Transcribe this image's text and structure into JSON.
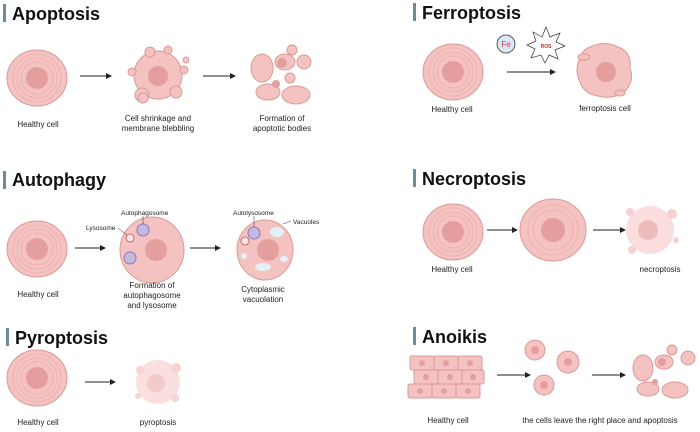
{
  "sections": {
    "apoptosis": {
      "title": "Apoptosis",
      "labels": [
        "Healthy cell",
        "Cell shrinkage and",
        "membrane blebbling",
        "Formation of",
        "apoptotic bodies"
      ]
    },
    "autophagy": {
      "title": "Autophagy",
      "labels": [
        "Healthy cell",
        "Formation of",
        "autophagosome",
        "and lysosome",
        "Cytoplasmic",
        "vacuolation"
      ],
      "callouts": [
        "Autophagosome",
        "Lysosome",
        "Autolysosome",
        "Vacuoles"
      ]
    },
    "pyroptosis": {
      "title": "Pyroptosis",
      "labels": [
        "Healthy cell",
        "pyroptosis"
      ]
    },
    "ferroptosis": {
      "title": "Ferroptosis",
      "labels": [
        "Healthy cell",
        "ferroptosis cell"
      ],
      "fe": "Fe",
      "ros": "ROS"
    },
    "necroptosis": {
      "title": "Necroptosis",
      "labels": [
        "Healthy cell",
        "necroptosis"
      ]
    },
    "anoikis": {
      "title": "Anoikis",
      "labels": [
        "Healthy cell",
        "the cells leave the right place and apoptosis"
      ]
    }
  },
  "colors": {
    "accent_bar": "#6f8a99",
    "cell": "#f4c2c0",
    "nucleus": "#e49e9e"
  }
}
